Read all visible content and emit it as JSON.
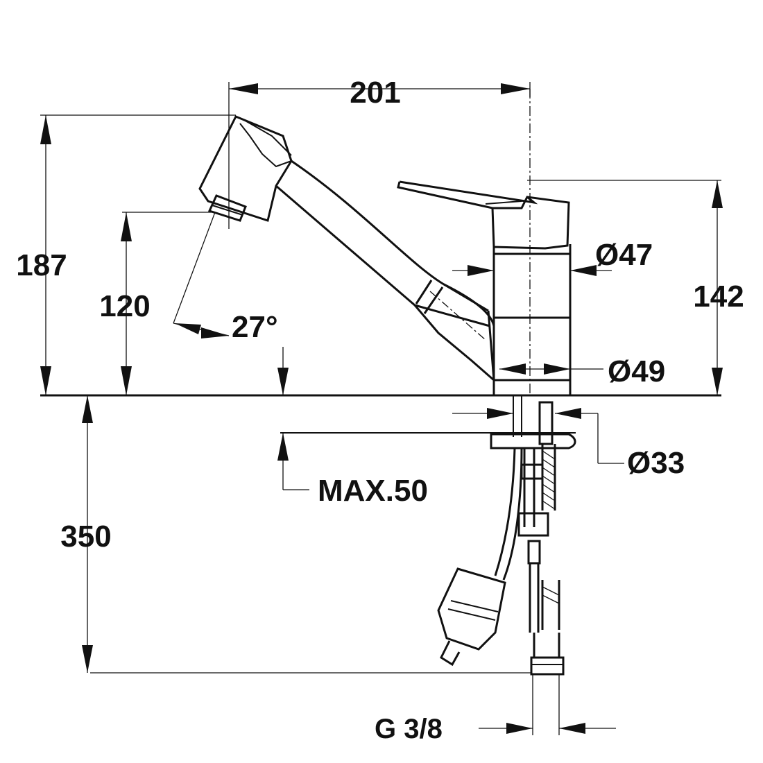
{
  "dimensions": {
    "width_201": "201",
    "height_187": "187",
    "height_120": "120",
    "angle_27": "27°",
    "height_142": "142",
    "diameter_47": "Ø47",
    "diameter_49": "Ø49",
    "diameter_33": "Ø33",
    "max_50": "MAX.50",
    "depth_350": "350",
    "thread_g38": "G 3/8"
  },
  "colors": {
    "ink": "#111111",
    "background": "#ffffff"
  }
}
